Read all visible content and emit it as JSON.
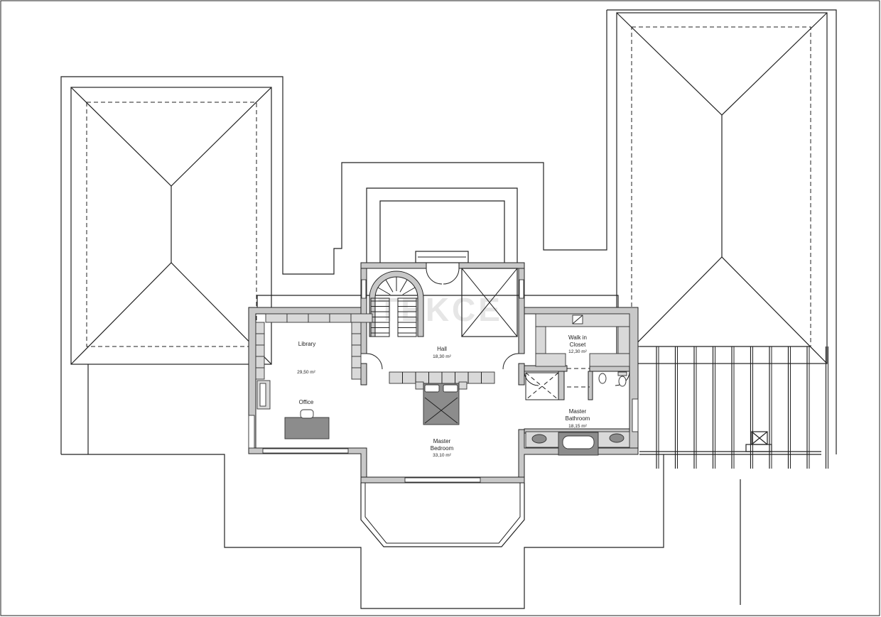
{
  "watermark": "TEKCE",
  "rooms": {
    "library": {
      "name": "Library",
      "area": "29,50 m²"
    },
    "office": {
      "name": "Office"
    },
    "hall": {
      "name": "Hall",
      "area": "18,30 m²"
    },
    "walk_in_closet": {
      "name_line1": "Walk in",
      "name_line2": "Closet",
      "area": "12,30 m²"
    },
    "master_bathroom": {
      "name_line1": "Master",
      "name_line2": "Bathroom",
      "area": "18,15 m²"
    },
    "master_bedroom": {
      "name_line1": "Master",
      "name_line2": "Bedroom",
      "area": "33,10 m²"
    }
  }
}
